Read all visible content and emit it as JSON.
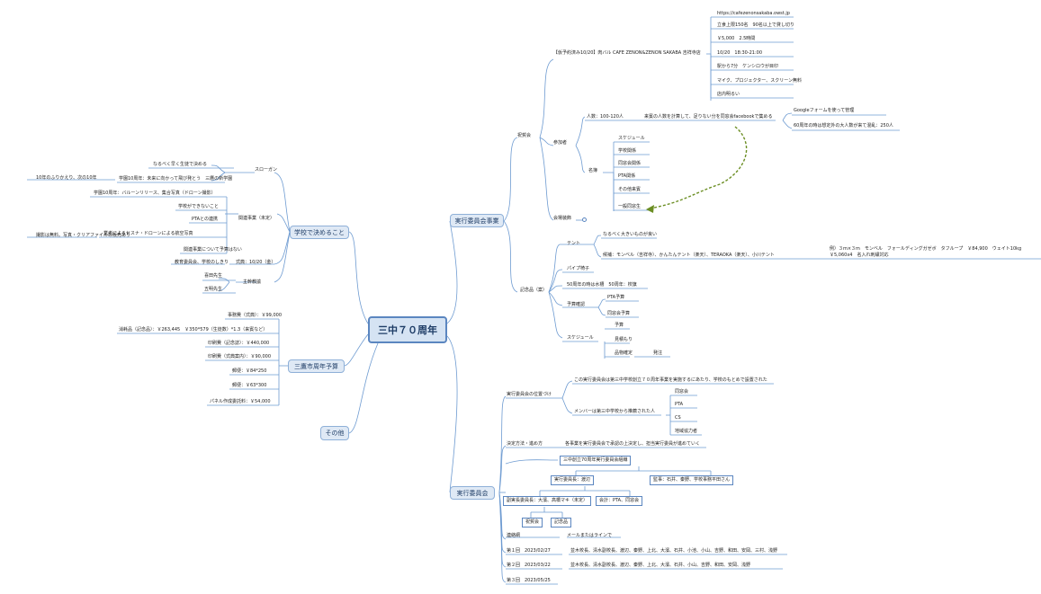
{
  "root": "三中７０周年",
  "branches": {
    "jikkou_jigyou": "実行委員会事業",
    "jikkou_iinkai": "実行委員会",
    "gakkou": "学校で決めること",
    "yosan": "三鷹市周年予算",
    "sonota": "その他"
  },
  "shukugakai": {
    "label": "祝賀会",
    "venue": "【仮予約済み10/20】肉バル CAFE ZENON&ZENON SAKABA 吉祥寺店",
    "venue_details": [
      "https://cafezenonsakaba.owst.jp",
      "立食上限150名　90名以上で貸し切り",
      "￥5,000　2.5時間",
      "10/20　18:30-21:00",
      "駅から7分　ケンシロウが目印",
      "マイク、プロジェクター、スクリーン無料",
      "店内明るい"
    ],
    "sankasha": "参加者",
    "ninzu": "人数：100-120人",
    "ninzu_note": "来賓の人数を計算して、足りない分を同窓会facebookで集める",
    "ninzu_sub": [
      "Googleフォームを使って管理",
      "60周年の時は想定外の大人数が来て混乱：250人"
    ],
    "meibo": "名簿",
    "meibo_items": [
      "スケジュール",
      "学校関係",
      "同窓会関係",
      "PTA関係",
      "その他来賓",
      "一般同窓生"
    ],
    "kaijo": "会場装飾"
  },
  "kinenhin": {
    "label": "記念品（案）",
    "tent": "テント",
    "tent_note1": "なるべく大きいものが良い",
    "tent_note2": "候補：モンベル（吉祥寺）、かんたんテント（楽天）、TERAOKA（楽天）、小川テント",
    "tent_detail": "例）３m×３m　モンベル　フォールディングガゼボ　タフループ　￥84,900　ウェイト10kg　￥5,060x4　名入れ刺繍対応",
    "pipe": "パイプ椅子",
    "history": "50周年の時は水槽　50周年：校旗",
    "yosan": "予算確認",
    "yosan_items": [
      "PTA予算",
      "同窓会予算"
    ],
    "schedule": "スケジュール",
    "schedule_items": [
      "予算",
      "見積もり",
      "品物確定"
    ],
    "hacchu": "発注"
  },
  "iinkai": {
    "ichizuke": "実行委員会の位置づけ",
    "ichizuke_note": "この実行委員会は第三中学校創立７０周年事業を実施するにあたり、学校のもとめで設置された",
    "member_label": "メンバーは第三中学校から推薦された人",
    "members": [
      "同窓会",
      "PTA",
      "CS",
      "地域協力者"
    ],
    "kettei": "決定方法・進め方",
    "kettei_note": "各事業を実行委員会で承認の上決定し、担当実行委員が進めていく",
    "org_top": "三中創立70周年実行委員会組織",
    "org_chair": "実行委員長：渡辺",
    "org_audit": "監事：石井、秦野、学校事務平田さん",
    "org_vice": "副実長委員長：大濱、高橋マキ（未定）",
    "org_account": "会計：PTA、同窓会",
    "org_sub": [
      "祝賀会",
      "記念品"
    ],
    "renraku": "連絡網",
    "renraku_note": "メールまたはラインで",
    "meetings": [
      {
        "label": "第１回　2023/02/27",
        "attendees": "並木校長、清水副校長、渡辺、秦野、上北、大濱、石井、小池、小山、吉野、和田、安岡、三村、浅野"
      },
      {
        "label": "第２回　2023/03/22",
        "attendees": "並木校長、清水副校長、渡辺、秦野、上北、大濱、石井、小山、吉野、和田、安岡、浅野"
      },
      {
        "label": "第３回　2023/05/25",
        "attendees": ""
      }
    ]
  },
  "gakkou": {
    "slogan": "スローガン",
    "slogan_items": [
      "なるべく早く生徒で決める",
      "学園10周年：未来に向かって飛び発とう　三鷹の新学園"
    ],
    "slogan_sub": "10年のふりかえり、次の10年",
    "kanren": "関連事業（未定）",
    "kanren_items": [
      "学園10周年：バルーンリリース、集合写真（ドローン撮影）",
      "学校ができないこと",
      "PTAとの連携",
      "業者によるセスナ・ドローンによる航空写真",
      "関連事業について予算はない"
    ],
    "kanren_sub": "撮影は無料。写真・クリアファイルの販売あり",
    "shiki": "式典：10/20（金）",
    "shiki_note": "教育委員会、学校のしきり",
    "shusai": "主幹教諭",
    "shusai_items": [
      "喜田先生",
      "五明先生"
    ]
  },
  "budget": [
    "事務費（式典）：￥99,000",
    "消耗品（記念品）：￥263,445　￥350*579（生徒数）*1.3（来賓など）",
    "印刷費（記念誌）：￥440,000",
    "印刷費（式典案内）：￥90,000",
    "郵便：￥84*250",
    "郵便：￥63*300",
    "パネル作成委託料：￥54,000"
  ]
}
